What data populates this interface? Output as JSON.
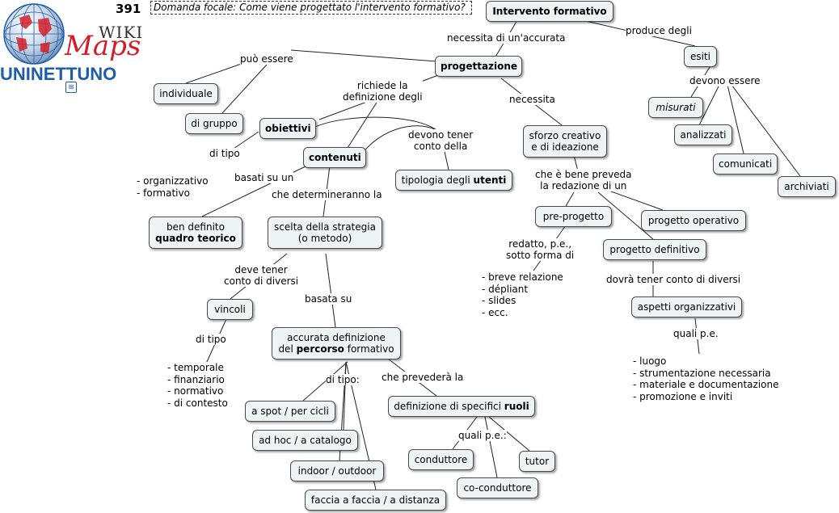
{
  "header": {
    "map_number": "391",
    "focal_question": "Domanda focale: Come viene progettato l'intervento formativo?"
  },
  "logo": {
    "wiki": "WIKI",
    "maps": "Maps",
    "uninettuno": "UNINETTUNO",
    "globe_icon": "globe-icon",
    "sitemap_icon": "sitemap-icon"
  },
  "nodes": {
    "intervento": "Intervento formativo",
    "progettazione": "progettazione",
    "esiti": "esiti",
    "misurati": "misurati",
    "analizzati": "analizzati",
    "comunicati": "comunicati",
    "archiviati": "archiviati",
    "individuale": "individuale",
    "di_gruppo": "di gruppo",
    "obiettivi": "obiettivi",
    "contenuti": "contenuti",
    "tipologia_pre": "tipologia degli ",
    "tipologia_bold": "utenti",
    "sforzo_1": "sforzo creativo",
    "sforzo_2": "e di ideazione",
    "pre_progetto": "pre-progetto",
    "progetto_operativo": "progetto operativo",
    "progetto_definitivo": "progetto definitivo",
    "aspetti": "aspetti organizzativi",
    "quadro_1": "ben definito",
    "quadro_2": "quadro teorico",
    "strategia_1": "scelta della strategia",
    "strategia_2": "(o metodo)",
    "vincoli": "vincoli",
    "percorso_1": "accurata definizione",
    "percorso_2a": "del ",
    "percorso_2b": "percorso",
    "percorso_2c": " formativo",
    "ruoli_pre": "definizione di specifici ",
    "ruoli_bold": "ruoli",
    "spot": "a spot / per cicli",
    "adhoc": "ad hoc / a catalogo",
    "indoor": "indoor / outdoor",
    "faccia": "faccia a faccia / a distanza",
    "conduttore": "conduttore",
    "tutor": "tutor",
    "co_conduttore": "co-conduttore"
  },
  "labels": {
    "necessita_accurata": "necessita di un'accurata",
    "produce": "produce degli",
    "puo_essere": "può essere",
    "richiede_1": "richiede la",
    "richiede_2": "definizione degli",
    "necessita": "necessita",
    "devono_essere": "devono essere",
    "devono_tener_1": "devono tener",
    "devono_tener_2": "conto della",
    "di_tipo_obiettivi": "di tipo",
    "basati": "basati su un",
    "determineranno": "che determineranno la",
    "bene_1": "che è bene preveda",
    "bene_2": "la redazione di un",
    "redatto_1": "redatto, p.e.,",
    "redatto_2": "sotto forma di",
    "dovra": "dovrà tener conto di diversi",
    "deve_tener_1": "deve tener",
    "deve_tener_2": "conto di diversi",
    "basata": "basata su",
    "quali_aspetti": "quali p.e.",
    "di_tipo_vincoli": "di tipo",
    "di_tipo_percorso": "di tipo:",
    "prevedera": "che prevederà la",
    "quali_ruoli": "quali p.e.:"
  },
  "lists": {
    "obiettivi_tipi": [
      "- organizzativo",
      "- formativo"
    ],
    "pre_progetto_forme": [
      "- breve relazione",
      "- dépliant",
      "- slides",
      "- ecc."
    ],
    "aspetti_esempi": [
      "- luogo",
      "- strumentazione necessaria",
      "- materiale e documentazione",
      "- promozione e inviti"
    ],
    "vincoli_tipi": [
      "- temporale",
      "- finanziario",
      "- normativo",
      "- di contesto"
    ]
  }
}
